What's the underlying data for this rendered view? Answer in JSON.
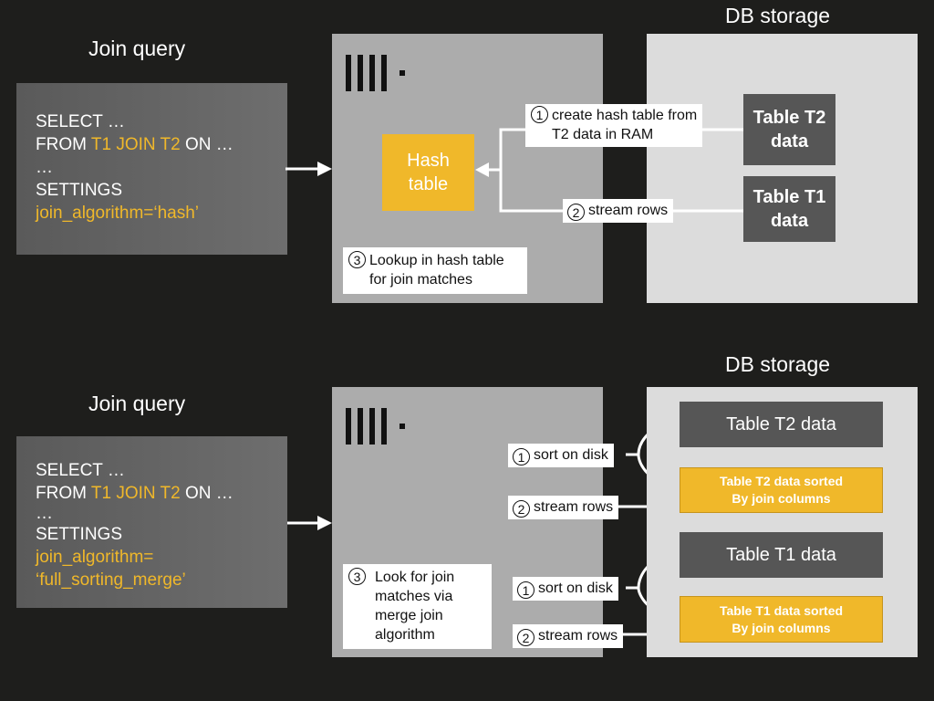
{
  "top": {
    "heading_query": "Join query",
    "heading_storage": "DB storage",
    "query": {
      "line1": "SELECT …",
      "line2_pre": "FROM ",
      "line2_hl": "T1 JOIN T2",
      "line2_post": " ON …",
      "line3": "…",
      "line4": "SETTINGS",
      "line5": "join_algorithm=‘hash’"
    },
    "hash_table": "Hash\ntable",
    "table_t2": "Table T2\ndata",
    "table_t1": "Table T1\ndata",
    "step1_num": "1",
    "step1_text": "create hash table from\nT2 data in RAM",
    "step2_num": "2",
    "step2_text": "stream rows",
    "step3_num": "3",
    "step3_text": "Lookup in hash table\nfor join matches"
  },
  "bottom": {
    "heading_query": "Join query",
    "heading_storage": "DB storage",
    "query": {
      "line1": "SELECT …",
      "line2_pre": "FROM ",
      "line2_hl": "T1 JOIN T2",
      "line2_post": " ON …",
      "line3": "…",
      "line4": "SETTINGS",
      "line5": "join_algorithm=",
      "line6": "‘full_sorting_merge’"
    },
    "table_t2": "Table T2 data",
    "table_t2_sorted": "Table T2 data sorted\nBy join columns",
    "table_t1": "Table T1 data",
    "table_t1_sorted": "Table T1 data sorted\nBy join columns",
    "sort_num": "1",
    "sort_text": "sort on disk",
    "stream_num": "2",
    "stream_text": "stream rows",
    "step3_num": "3",
    "step3_text": "Look for join\nmatches via\nmerge join\nalgorithm"
  }
}
